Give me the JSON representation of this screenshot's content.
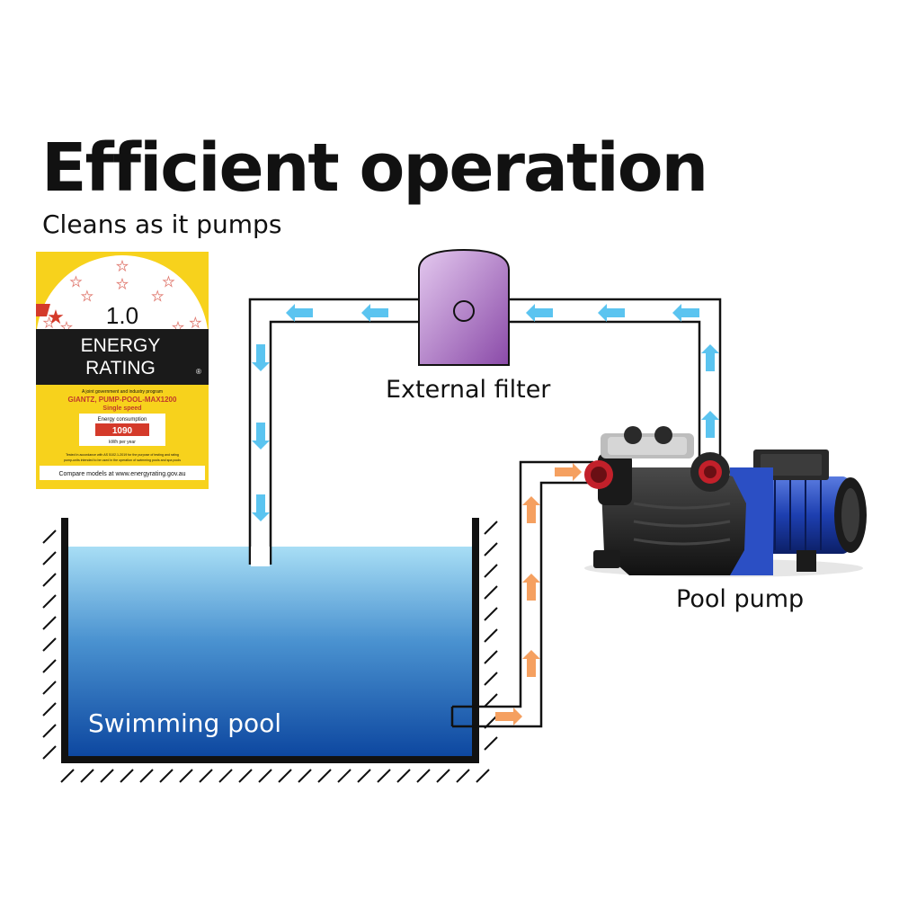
{
  "headline": "Efficient operation",
  "subheadline": "Cleans as it pumps",
  "labels": {
    "filter": "External filter",
    "pump": "Pool pump",
    "pool": "Swimming pool"
  },
  "energy_label": {
    "rating": "1.0",
    "title_line1": "ENERGY",
    "title_line2": "RATING",
    "registered": "®",
    "program_note": "A joint government and industry program",
    "model": "GIANTZ, PUMP-POOL-MAX1200",
    "speed": "Single speed",
    "consumption_label": "Energy consumption",
    "consumption_value": "1090",
    "consumption_unit": "kWh per year",
    "test_note_line1": "Tested in accordance with AS 5102.1-2019 for the purpose of testing and rating",
    "test_note_line2": "pump-units intended to be used in the operation of swimming pools and spa pools",
    "compare": "Compare models at www.energyrating.gov.au",
    "stars_total": 10,
    "stars_filled": 1
  },
  "colors": {
    "return_flow_arrow": "#5bc4f0",
    "suction_flow_arrow": "#f5a060",
    "water_top": "#a8def5",
    "water_bottom": "#0d47a0",
    "energy_label_yellow": "#f7d21c",
    "filter_body": "#c79ad6",
    "pump_motor": "#1d3fb0"
  }
}
